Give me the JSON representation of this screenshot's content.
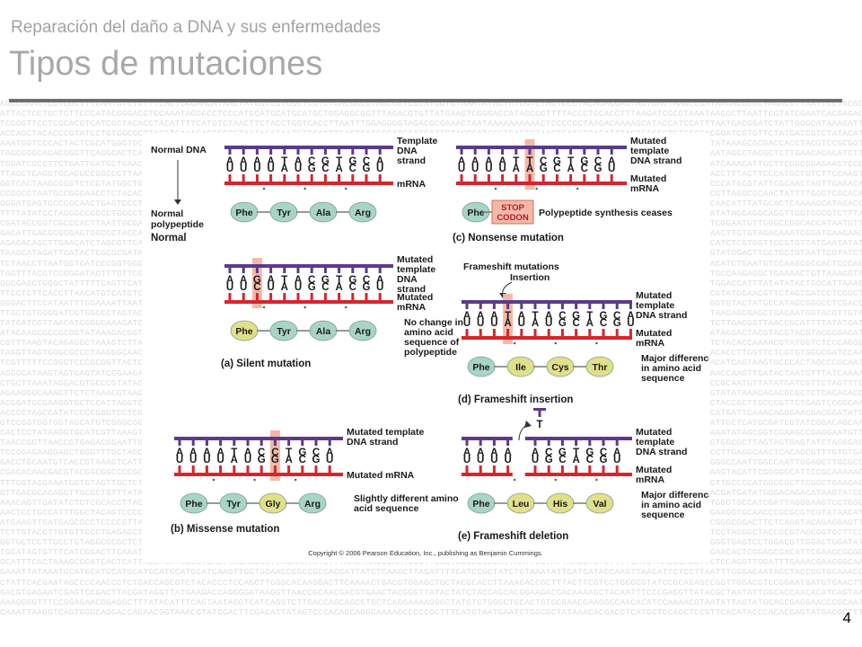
{
  "header": {
    "subtitle": "Reparación del daño a DNA y sus enfermedades",
    "title": "Tipos de mutaciones"
  },
  "page_number": "4",
  "figure": {
    "copyright": "Copyright © 2006 Pearson Education, Inc., publishing as Benjamin Cummings.",
    "normal": {
      "title": "Normal",
      "label_dna": "Normal DNA",
      "label_polypeptide_1": "Normal",
      "label_polypeptide_2": "polypeptide",
      "dna": [
        "A",
        "A",
        "A",
        "A",
        "T",
        "A",
        "C",
        "G",
        "T",
        "G",
        "C",
        "A"
      ],
      "mrna": [
        "U",
        "U",
        "U",
        "U",
        "A",
        "U",
        "G",
        "C",
        "A",
        "C",
        "G",
        "U"
      ],
      "dna_label": [
        "Template",
        "DNA",
        "strand"
      ],
      "mrna_label": [
        "mRNA"
      ],
      "amino": [
        "Phe",
        "Tyr",
        "Ala",
        "Arg"
      ],
      "amino_colors": [
        "#a8d4c4",
        "#a8d4c4",
        "#a8d4c4",
        "#a8d4c4"
      ],
      "extra": []
    },
    "silent": {
      "title": "(a) Silent mutation",
      "dna": [
        "A",
        "A",
        "G",
        "A",
        "T",
        "A",
        "C",
        "G",
        "T",
        "G",
        "C",
        "A"
      ],
      "mrna": [
        "U",
        "U",
        "C",
        "U",
        "A",
        "U",
        "G",
        "C",
        "A",
        "C",
        "G",
        "U"
      ],
      "highlight": 2,
      "dna_label": [
        "Mutated",
        "template",
        "DNA",
        "strand"
      ],
      "mrna_label": [
        "Mutated",
        "mRNA"
      ],
      "amino": [
        "Phe",
        "Tyr",
        "Ala",
        "Arg"
      ],
      "amino_colors": [
        "#e0e08a",
        "#a8d4c4",
        "#a8d4c4",
        "#a8d4c4"
      ],
      "extra": [
        "No change in",
        "amino acid",
        "sequence of",
        "polypeptide"
      ]
    },
    "missense": {
      "title": "(b) Missense mutation",
      "dna": [
        "A",
        "A",
        "A",
        "A",
        "T",
        "A",
        "C",
        "C",
        "T",
        "G",
        "C",
        "A"
      ],
      "mrna": [
        "U",
        "U",
        "U",
        "U",
        "A",
        "U",
        "G",
        "G",
        "A",
        "C",
        "G",
        "U"
      ],
      "highlight": 7,
      "dna_label": [
        "Mutated template",
        "DNA strand"
      ],
      "mrna_label": [
        "Mutated mRNA"
      ],
      "amino": [
        "Phe",
        "Tyr",
        "Gly",
        "Arg"
      ],
      "amino_colors": [
        "#a8d4c4",
        "#a8d4c4",
        "#e0e08a",
        "#a8d4c4"
      ],
      "extra": [
        "Slightly different amino",
        "acid sequence"
      ]
    },
    "nonsense": {
      "title": "(c) Nonsense mutation",
      "dna": [
        "A",
        "A",
        "A",
        "A",
        "T",
        "T",
        "C",
        "G",
        "T",
        "G",
        "C",
        "A"
      ],
      "mrna": [
        "U",
        "U",
        "U",
        "U",
        "A",
        "A",
        "G",
        "C",
        "A",
        "C",
        "G",
        "U"
      ],
      "highlight": 5,
      "dna_label": [
        "Mutated",
        "template",
        "DNA strand"
      ],
      "mrna_label": [
        "Mutated",
        "mRNA"
      ],
      "amino": [
        "Phe"
      ],
      "amino_colors": [
        "#a8d4c4"
      ],
      "stop": [
        "STOP",
        "CODON"
      ],
      "extra": [
        "Polypeptide synthesis ceases"
      ]
    },
    "insertion": {
      "title": "(d) Frameshift insertion",
      "header_1": "Frameshift mutations",
      "header_2": "Insertion",
      "dna": [
        "A",
        "A",
        "A",
        "T",
        "A",
        "T",
        "A",
        "C",
        "G",
        "T",
        "G",
        "C",
        "A"
      ],
      "mrna": [
        "U",
        "U",
        "U",
        "A",
        "U",
        "A",
        "U",
        "G",
        "C",
        "A",
        "C",
        "G",
        "U"
      ],
      "highlight": 3,
      "dna_label": [
        "Mutated",
        "template",
        "DNA strand"
      ],
      "mrna_label": [
        "Mutated",
        "mRNA"
      ],
      "amino": [
        "Phe",
        "Ile",
        "Cys",
        "Thr"
      ],
      "amino_colors": [
        "#a8d4c4",
        "#e0e08a",
        "#e0e08a",
        "#e0e08a"
      ],
      "extra": [
        "Major difference",
        "in amino acid",
        "sequence"
      ]
    },
    "deletion": {
      "title": "(e) Frameshift deletion",
      "deleted": "T",
      "dna": [
        "A",
        "A",
        "A",
        "A",
        "",
        "A",
        "C",
        "G",
        "T",
        "G",
        "C",
        "A"
      ],
      "mrna": [
        "U",
        "U",
        "U",
        "U",
        "",
        "U",
        "G",
        "C",
        "A",
        "C",
        "G",
        "U"
      ],
      "dna_label": [
        "Mutated",
        "template",
        "DNA strand"
      ],
      "mrna_label": [
        "Mutated",
        "mRNA"
      ],
      "amino": [
        "Phe",
        "Leu",
        "His",
        "Val"
      ],
      "amino_colors": [
        "#a8d4c4",
        "#e0e08a",
        "#e0e08a",
        "#e0e08a"
      ],
      "extra": [
        "Major difference",
        "in amino acid",
        "sequence"
      ]
    }
  }
}
